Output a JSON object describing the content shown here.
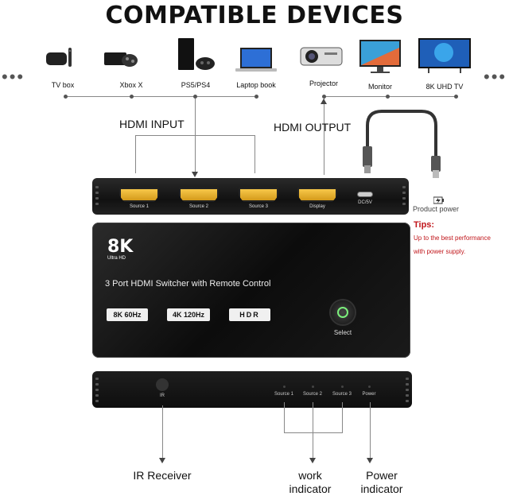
{
  "title": "COMPATIBLE DEVICES",
  "devices": {
    "tv_box": "TV box",
    "xbox_x": "Xbox X",
    "ps5_ps4": "PS5/PS4",
    "laptop_book": "Laptop book",
    "projector": "Projector",
    "monitor": "Monitor",
    "uhd_tv": "8K UHD TV"
  },
  "hdmi_input": "HDMI INPUT",
  "hdmi_output": "HDMI OUTPUT",
  "rear_ports": {
    "source1": "Source 1",
    "source2": "Source 2",
    "source3": "Source 3",
    "display": "Display",
    "dc": "DC/5V"
  },
  "power": {
    "label": "Product power",
    "tips_title": "Tips:",
    "tips_line1": "Up to the best performance",
    "tips_line2": "with power supply."
  },
  "top_panel": {
    "badge_big": "8K",
    "badge_small": "Ultra HD",
    "product_name": "3 Port HDMI Switcher with Remote Control",
    "spec1": "8K 60Hz",
    "spec2": "4K 120Hz",
    "spec3": "HDR",
    "select": "Select"
  },
  "front_panel": {
    "ir": "IR",
    "source1": "Source 1",
    "source2": "Source 2",
    "source3": "Source 3",
    "power": "Power"
  },
  "callouts": {
    "ir_receiver": "IR Receiver",
    "work_indicator_1": "work",
    "work_indicator_2": "indicator",
    "power_indicator_1": "Power",
    "power_indicator_2": "indicator"
  },
  "colors": {
    "hdmi_gold": "#e9b431",
    "tips_red": "#c0161b",
    "panel_black": "#111111",
    "knob_green": "#7cf07c"
  }
}
